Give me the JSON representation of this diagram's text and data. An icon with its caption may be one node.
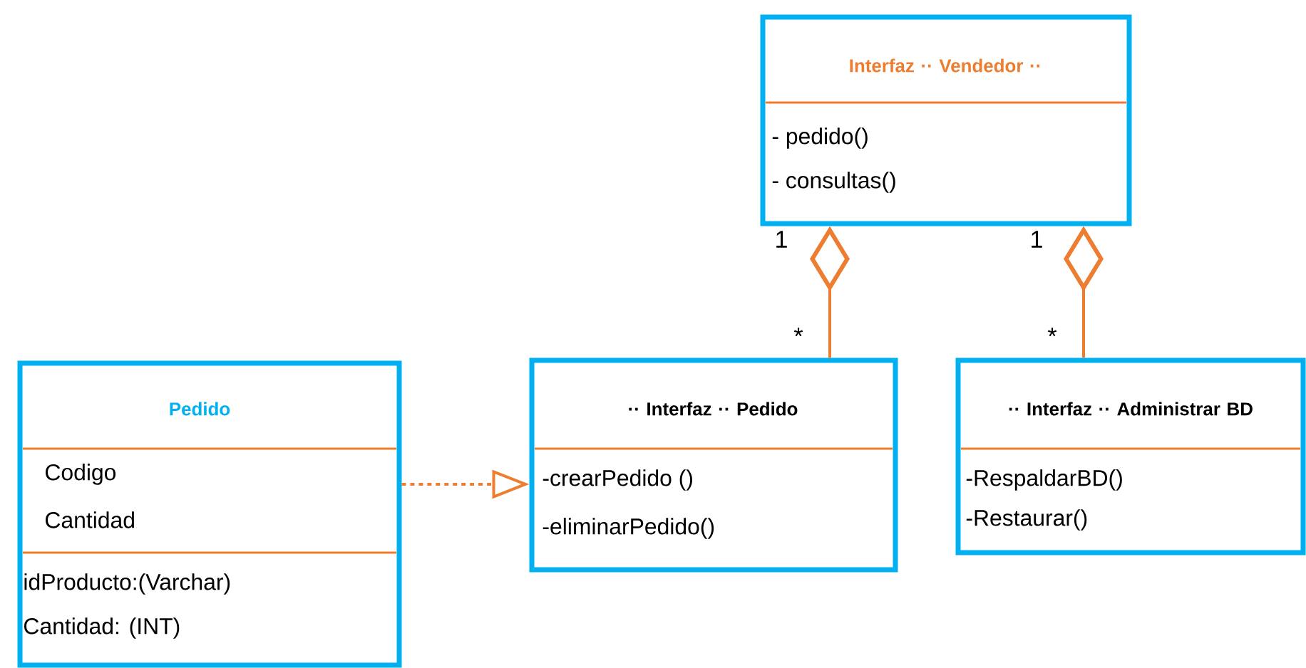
{
  "diagram": {
    "nodes": [
      {
        "text": [
          "Interfaz ·· Vendedor ··",
          "- pedido()",
          "- consultas()"
        ]
      },
      {
        "text": [
          "Pedido",
          "Codigo",
          "Cantidad",
          "idProducto:(Varchar)",
          "Cantidad: (INT)"
        ]
      },
      {
        "text": [
          "·· Interfaz ·· Pedido",
          "-crearPedido ()",
          "-eliminarPedido()"
        ]
      },
      {
        "text": [
          "·· Interfaz ·· Administrar BD",
          "-RespaldarBD()",
          "-Restaurar()"
        ]
      }
    ],
    "edges": [
      {
        "from": 2,
        "to": 0,
        "arrow": "other"
      },
      {
        "from": 3,
        "to": 0,
        "arrow": "other"
      },
      {
        "from": 1,
        "to": 2,
        "arrow": "to",
        "style": "dashed"
      }
    ],
    "labels": [
      "1",
      "*",
      "1",
      "*"
    ]
  }
}
